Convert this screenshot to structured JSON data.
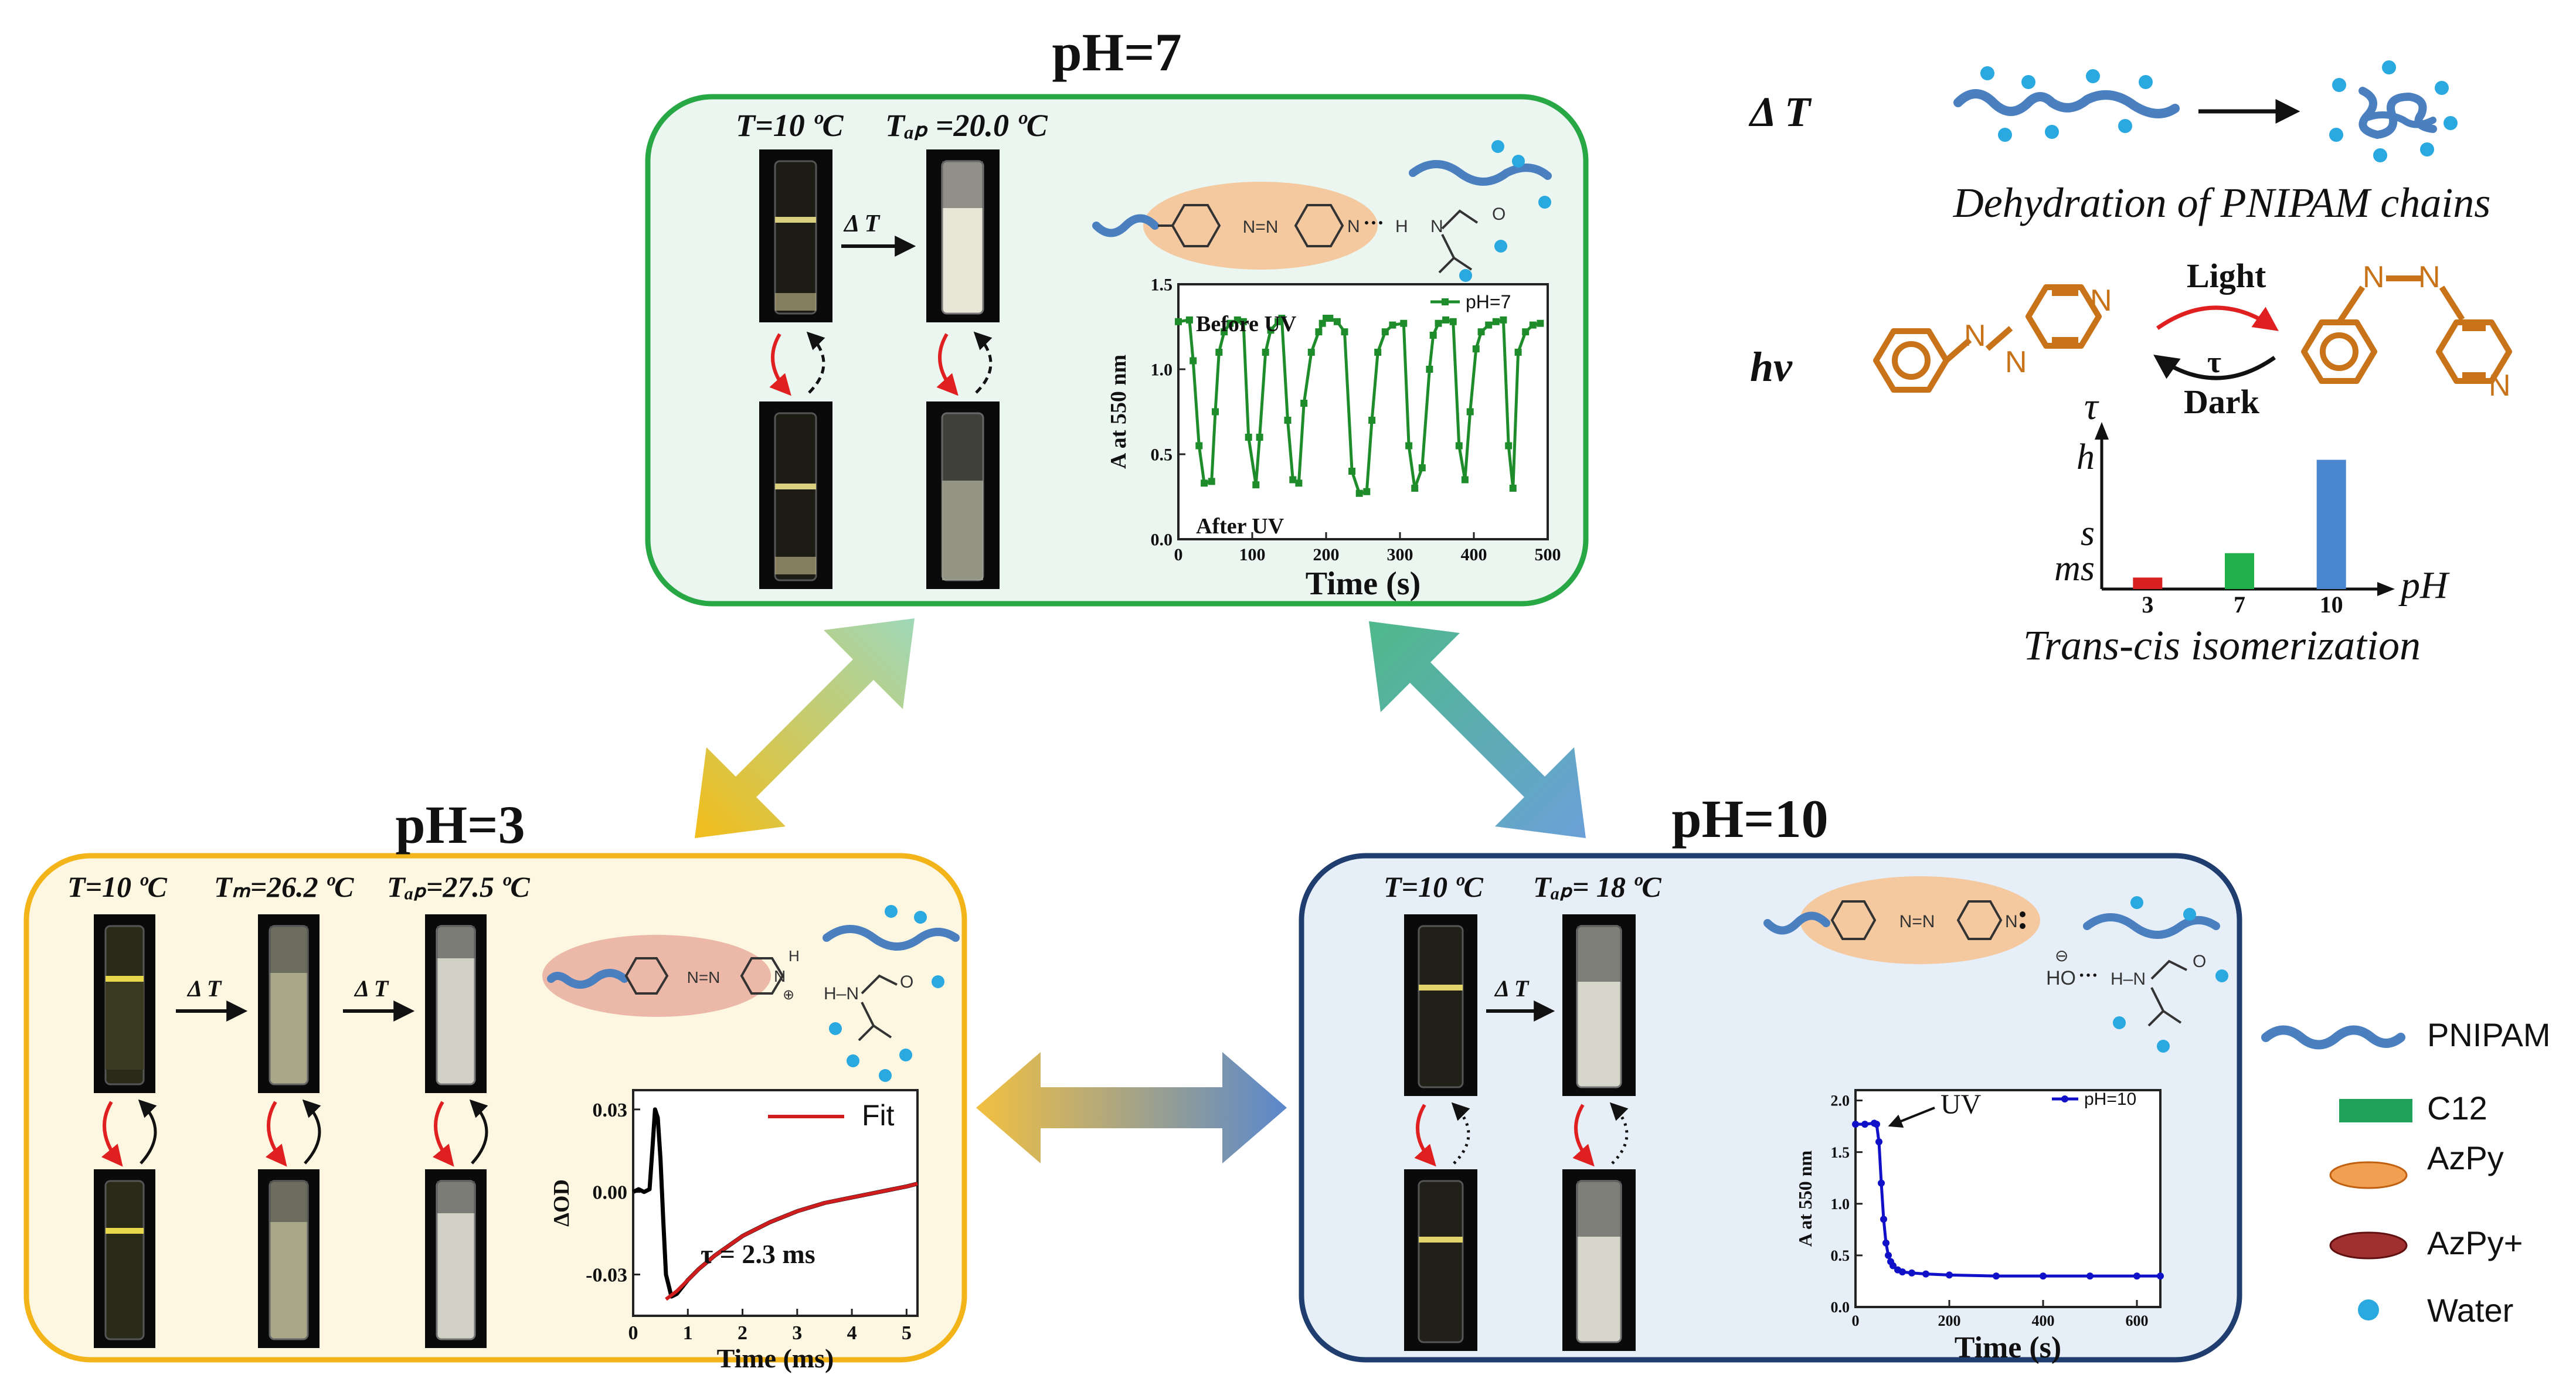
{
  "panels": {
    "ph7": {
      "title": "pH=7",
      "temp_labels": [
        "T=10 ºC",
        "Tₐₚ =20.0 ºC"
      ],
      "delta_t": "Δ T",
      "chem": {
        "nn": "N=N",
        "n": "N",
        "hbond": "H",
        "amide_n": "N",
        "o": "O"
      },
      "chart_legend": "pH=7",
      "annot_before": "Before UV",
      "annot_after": "After UV"
    },
    "ph3": {
      "title": "pH=3",
      "temp_labels": [
        "T=10 ºC",
        "Tₘ=26.2 ºC",
        "Tₐₚ=27.5 ºC"
      ],
      "delta_t": "Δ T",
      "chem": {
        "nn": "N=N",
        "nh": "N",
        "h_top": "H",
        "charge": "⊕",
        "amide": "H–N",
        "o": "O"
      },
      "chart_legend": "Fit",
      "annot_tau": "τ = 2.3 ms"
    },
    "ph10": {
      "title": "pH=10",
      "temp_labels": [
        "T=10 ºC",
        "Tₐₚ= 18 ºC"
      ],
      "delta_t": "Δ T",
      "chem": {
        "nn": "N=N",
        "n": "N",
        "ho": "HO",
        "minus": "⊖",
        "hn": "H–N",
        "o": "O"
      },
      "chart_legend": "pH=10",
      "annot_uv": "UV"
    }
  },
  "right_panel": {
    "delta_t_label": "Δ T",
    "dehydration_caption": "Dehydration of PNIPAM chains",
    "hv_label": "hv",
    "light_label": "Light",
    "dark_label": "Dark",
    "tau_arrow_label": "τ",
    "n_labels": [
      "N",
      "N",
      "N",
      "N",
      "N",
      "N"
    ],
    "bar_chart_caption": "Trans-cis isomerization"
  },
  "legend": {
    "items": [
      {
        "label": "PNIPAM",
        "color": "#4a7fc0"
      },
      {
        "label": "C12",
        "color": "#1fa35a"
      },
      {
        "label": "AzPy",
        "color": "#f0a050"
      },
      {
        "label": "AzPy+",
        "color": "#a03030"
      },
      {
        "label": "Water",
        "color": "#2aa8e0"
      }
    ]
  },
  "colors": {
    "ph7_border": "#28a745",
    "ph7_fill": "#eaf6ef",
    "ph3_border": "#f2b418",
    "ph3_fill": "#fdf6e0",
    "ph10_border": "#1f3d6e",
    "ph10_fill": "#e6eef8",
    "azpy_body": "#c8731a",
    "water": "#2aa8e0",
    "pnipam": "#4a7fc0"
  },
  "chart_data": [
    {
      "id": "ph7-absorbance",
      "type": "line",
      "xlabel": "Time (s)",
      "ylabel": "A at 550 nm",
      "xlim": [
        0,
        500
      ],
      "ylim": [
        0,
        1.5
      ],
      "xticks": [
        0,
        100,
        200,
        300,
        400,
        500
      ],
      "yticks": [
        0.0,
        0.5,
        1.0,
        1.5
      ],
      "ytick_labels": [
        "0.0",
        "0.5",
        "1.0",
        "1.5"
      ],
      "legend_placement": "top-right",
      "series": [
        {
          "name": "pH=7",
          "color": "#1e8c2a",
          "x": [
            0,
            15,
            20,
            28,
            35,
            45,
            50,
            55,
            62,
            70,
            80,
            88,
            95,
            105,
            110,
            118,
            125,
            135,
            140,
            148,
            155,
            163,
            170,
            180,
            190,
            195,
            200,
            205,
            215,
            225,
            235,
            245,
            255,
            262,
            270,
            280,
            290,
            305,
            312,
            320,
            330,
            340,
            345,
            352,
            362,
            372,
            380,
            388,
            395,
            403,
            410,
            420,
            430,
            440,
            447,
            453,
            460,
            470,
            480,
            490
          ],
          "y": [
            1.28,
            1.29,
            1.05,
            0.55,
            0.33,
            0.34,
            0.75,
            1.1,
            1.22,
            1.27,
            1.29,
            1.28,
            0.6,
            0.32,
            0.6,
            1.1,
            1.23,
            1.28,
            1.3,
            0.7,
            0.35,
            0.33,
            0.8,
            1.1,
            1.22,
            1.27,
            1.3,
            1.3,
            1.28,
            1.22,
            0.4,
            0.27,
            0.28,
            0.7,
            1.1,
            1.22,
            1.26,
            1.27,
            0.55,
            0.3,
            0.42,
            1.0,
            1.2,
            1.27,
            1.29,
            1.28,
            0.55,
            0.35,
            0.75,
            1.12,
            1.22,
            1.26,
            1.28,
            1.29,
            0.55,
            0.3,
            1.1,
            1.22,
            1.26,
            1.27
          ]
        }
      ]
    },
    {
      "id": "ph3-transient",
      "type": "line",
      "xlabel": "Time (ms)",
      "ylabel": "ΔOD",
      "xlim": [
        0,
        5.2
      ],
      "ylim": [
        -0.045,
        0.037
      ],
      "xticks": [
        0,
        1,
        2,
        3,
        4,
        5
      ],
      "yticks": [
        -0.03,
        0.0,
        0.03
      ],
      "ytick_labels": [
        "-0.03",
        "0.00",
        "0.03"
      ],
      "legend_placement": "top-right",
      "series": [
        {
          "name": "",
          "color": "#000000",
          "x": [
            0.0,
            0.1,
            0.2,
            0.3,
            0.35,
            0.4,
            0.45,
            0.5,
            0.55,
            0.6,
            0.7,
            0.8,
            1.0,
            1.2,
            1.5,
            2.0,
            2.5,
            3.0,
            3.5,
            4.0,
            4.5,
            5.0,
            5.2
          ],
          "y": [
            0.0,
            0.001,
            0.0,
            0.001,
            0.015,
            0.03,
            0.027,
            0.012,
            -0.01,
            -0.03,
            -0.038,
            -0.037,
            -0.032,
            -0.028,
            -0.023,
            -0.016,
            -0.011,
            -0.007,
            -0.004,
            -0.002,
            0.0,
            0.002,
            0.003
          ]
        },
        {
          "name": "Fit",
          "color": "#d01c1c",
          "x": [
            0.6,
            0.8,
            1.0,
            1.2,
            1.5,
            2.0,
            2.5,
            3.0,
            3.5,
            4.0,
            4.5,
            5.0,
            5.2
          ],
          "y": [
            -0.039,
            -0.036,
            -0.032,
            -0.028,
            -0.023,
            -0.016,
            -0.011,
            -0.007,
            -0.004,
            -0.002,
            0.0,
            0.002,
            0.003
          ]
        }
      ]
    },
    {
      "id": "ph10-absorbance",
      "type": "line",
      "xlabel": "Time (s)",
      "ylabel": "A at 550 nm",
      "xlim": [
        0,
        650
      ],
      "ylim": [
        0,
        2.1
      ],
      "xticks": [
        0,
        200,
        400,
        600
      ],
      "yticks": [
        0.0,
        0.5,
        1.0,
        1.5,
        2.0
      ],
      "ytick_labels": [
        "0.0",
        "0.5",
        "1.0",
        "1.5",
        "2.0"
      ],
      "legend_placement": "top-right",
      "series": [
        {
          "name": "pH=10",
          "color": "#1010c8",
          "x": [
            0,
            20,
            40,
            45,
            50,
            55,
            60,
            65,
            70,
            75,
            80,
            90,
            100,
            120,
            150,
            200,
            300,
            400,
            500,
            600,
            650
          ],
          "y": [
            1.77,
            1.77,
            1.78,
            1.77,
            1.6,
            1.2,
            0.85,
            0.62,
            0.5,
            0.44,
            0.4,
            0.36,
            0.34,
            0.33,
            0.32,
            0.31,
            0.3,
            0.3,
            0.3,
            0.3,
            0.3
          ]
        }
      ]
    },
    {
      "id": "tau-bars",
      "type": "bar",
      "xlabel": "pH",
      "ylabel": "τ",
      "categories": [
        "3",
        "7",
        "10"
      ],
      "values": [
        0.08,
        0.25,
        0.9
      ],
      "colors": [
        "#d82020",
        "#22b04a",
        "#4a86d0"
      ],
      "ytick_labels": [
        "ms",
        "s",
        "h"
      ]
    }
  ]
}
